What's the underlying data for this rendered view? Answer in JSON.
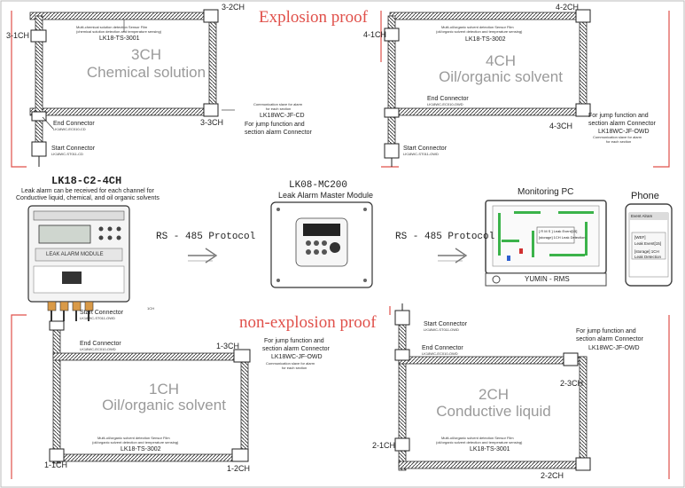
{
  "sections": {
    "explosion_proof": "Explosion proof",
    "non_explosion_proof": "non-explosion proof"
  },
  "loops": {
    "chemical": {
      "title_ch": "3CH",
      "title_name": "Chemical solution",
      "ch_left": "3-1CH",
      "ch_top": "3-2CH",
      "ch_bottom": "3-3CH",
      "sensor_text1": "Multi-chemical solution detection Sensor Film",
      "sensor_text2": "(chemical solution detection and temperature sensing)",
      "sensor_model": "LK18-TS-3001",
      "comm_text1": "Communication slave for alarm",
      "comm_text2": "for each section",
      "comm_model": "LK18WC-JF-CD",
      "jump_text1": "For jump function and",
      "jump_text2": "section alarm Connector",
      "end_label": "End Connector",
      "end_model": "LK18WC-EC010-CD",
      "start_label": "Start Connector",
      "start_model": "LK18WC-ST011-CD"
    },
    "oil4": {
      "title_ch": "4CH",
      "title_name": "Oil/organic solvent",
      "ch_left": "4-1CH",
      "ch_top": "4-2CH",
      "ch_bottom": "4-3CH",
      "sensor_text1": "Multi-oil/organic solvent detection Sensor Film",
      "sensor_text2": "(oil/organic solvent detection and temperature sensing)",
      "sensor_model": "LK18-TS-3002",
      "end_label": "End Connector",
      "end_model": "LK18WC-EC010-OWD",
      "jump_text1": "For jump function and",
      "jump_text2": "section alarm Connector",
      "comm_model": "LK18WC-JF-OWD",
      "comm_text1": "Communication slave for alarm",
      "comm_text2": "for each section",
      "start_label": "Start Connector",
      "start_model": "LK18WC-ST011-OWD"
    },
    "oil1": {
      "title_ch": "1CH",
      "title_name": "Oil/organic solvent",
      "ch_top": "1-3CH",
      "ch_bl": "1-1CH",
      "ch_br": "1-2CH",
      "sensor_text1": "Multi-oil/organic solvent detection Sensor Film",
      "sensor_text2": "(oil/organic solvent detection and temperature sensing)",
      "sensor_model": "LK18-TS-3002",
      "end_label": "End Connector",
      "end_model": "LK18WC-EC010-OWD",
      "jump_text1": "For jump function and",
      "jump_text2": "section alarm Connector",
      "comm_model": "LK18WC-JF-OWD",
      "comm_text1": "Communication slave for alarm",
      "comm_text2": "for each section",
      "start_label": "Start Connector",
      "start_model": "LK18WC-ST011-OWD"
    },
    "conductive": {
      "title_ch": "2CH",
      "title_name": "Conductive liquid",
      "ch_left": "2-1CH",
      "ch_right": "2-3CH",
      "ch_bottom": "2-2CH",
      "sensor_text1": "Multi-oil/organic solvent detection Sensor Film",
      "sensor_text2": "(oil/organic solvent detection and temperature sensing)",
      "sensor_model": "LK18-TS-3001",
      "end_label": "End Connector",
      "end_model": "LK18WC-EC010-OWD",
      "start_label": "Start Connector",
      "start_model": "LK18WC-ST011-OWD",
      "jump_text1": "For jump function and",
      "jump_text2": "section alarm Connector",
      "comm_model": "LK18WC-JF-OWD"
    }
  },
  "module": {
    "title": "LK18-C2-4CH",
    "desc1": "Leak alarm can be received for each channel for",
    "desc2": "Conductive liquid, chemical, and oil organic solvents",
    "panel_label": "LEAK ALARM MODULE",
    "start_label": "Start Connector",
    "start_model": "LK18WC-ST011-OWD",
    "port_label": "1CH"
  },
  "master": {
    "title": "LK08-MC200",
    "subtitle": "Leak Alarm Master Module"
  },
  "protocol": {
    "left": "RS - 485 Protocol",
    "right": "RS - 485 Protocol"
  },
  "pc": {
    "title": "Monitoring PC",
    "screen1": "[ R M S ]  Leak Event[15]",
    "screen2": "[storage] 1CH  Leak Detection",
    "footer": "YUMIN - RMS"
  },
  "phone": {
    "title": "Phone",
    "head": "Event Alram",
    "line1": "[WEF]",
    "line2": "Leak Event[15]",
    "line3": "[storage] 1CH",
    "line4": "Leak Detection"
  },
  "colors": {
    "accent_red": "#e0504a",
    "gray_text": "#9a9a9a",
    "cable": "#3a3a3a",
    "pc_green": "#3bb34a"
  }
}
